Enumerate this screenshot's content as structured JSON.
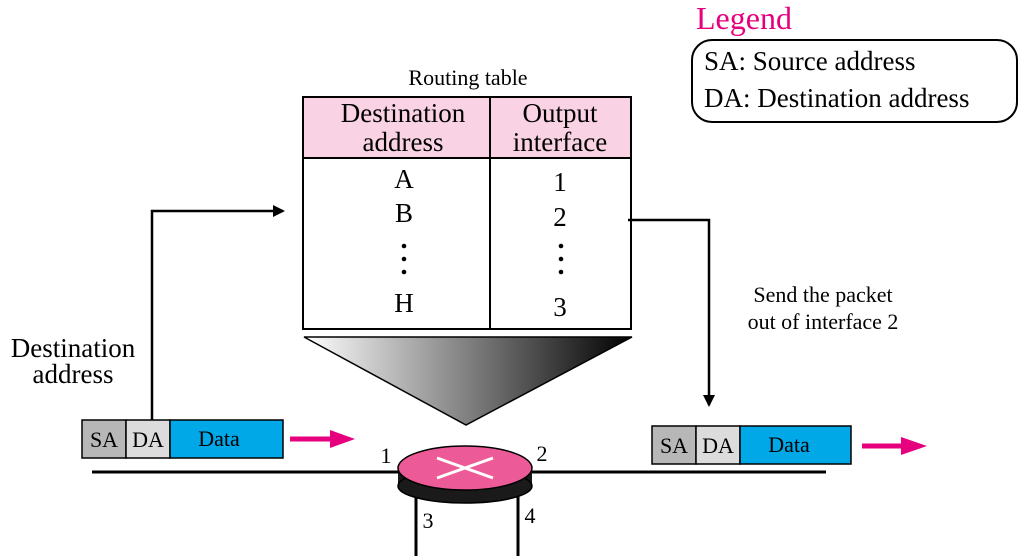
{
  "legend": {
    "title": "Legend",
    "sa": "SA: Source address",
    "da": "DA: Destination address"
  },
  "table": {
    "caption": "Routing table",
    "dest_header_line1": "Destination",
    "dest_header_line2": "address",
    "out_header_line1": "Output",
    "out_header_line2": "interface",
    "rows": [
      {
        "dest": "A",
        "out": "1"
      },
      {
        "dest": "B",
        "out": "2"
      },
      {
        "dest": "H",
        "out": "3"
      }
    ]
  },
  "incoming": {
    "label_line1": "Destination",
    "label_line2": "address",
    "sa": "SA",
    "da": "DA",
    "data": "Data"
  },
  "outgoing": {
    "send_line1": "Send the packet",
    "send_line2": "out of interface 2",
    "sa": "SA",
    "da": "DA",
    "data": "Data"
  },
  "router": {
    "port1": "1",
    "port2": "2",
    "port3": "3",
    "port4": "4"
  },
  "colors": {
    "legend_title": "#e6007e",
    "header_fill": "#f9d3e3",
    "data_fill": "#00a8e8",
    "sa_fill": "#b7b7b7",
    "da_fill": "#dcdcdc",
    "arrow_magenta": "#e6007e",
    "router_top": "#ec5a98"
  }
}
